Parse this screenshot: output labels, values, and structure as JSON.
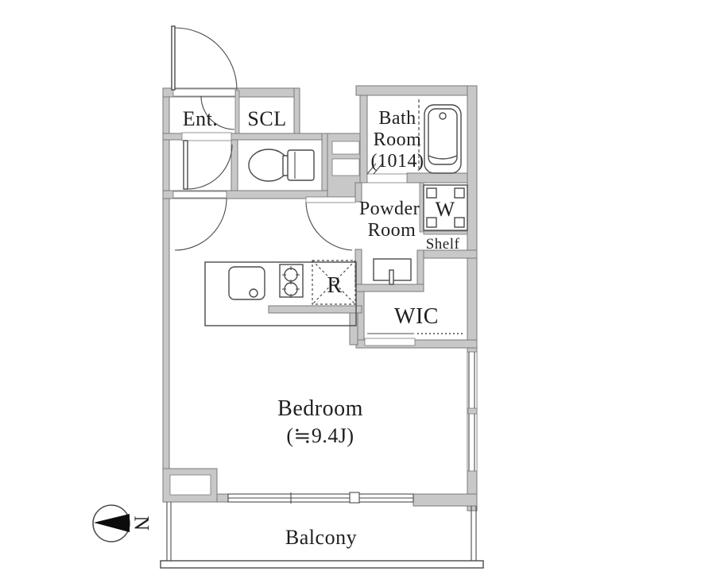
{
  "plan": {
    "labels": {
      "entrance": "Ent.",
      "shoe_closet": "SCL",
      "bathroom_line1": "Bath",
      "bathroom_line2": "Room",
      "bathroom_line3": "(1014)",
      "powder_line1": "Powder",
      "powder_line2": "Room",
      "washer_pan": "W",
      "shelf": "Shelf",
      "refrigerator": "R",
      "walk_in_closet": "WIC",
      "bedroom_name": "Bedroom",
      "bedroom_size": "(≒9.4J)",
      "balcony": "Balcony",
      "compass_north": "N"
    },
    "colors": {
      "wall_fill": "#c8c8c8",
      "wall_edge": "#7a7a7a",
      "line": "#4a4a4a",
      "text": "#1f1f1f",
      "arrow_fill": "#0c0c0c"
    }
  }
}
